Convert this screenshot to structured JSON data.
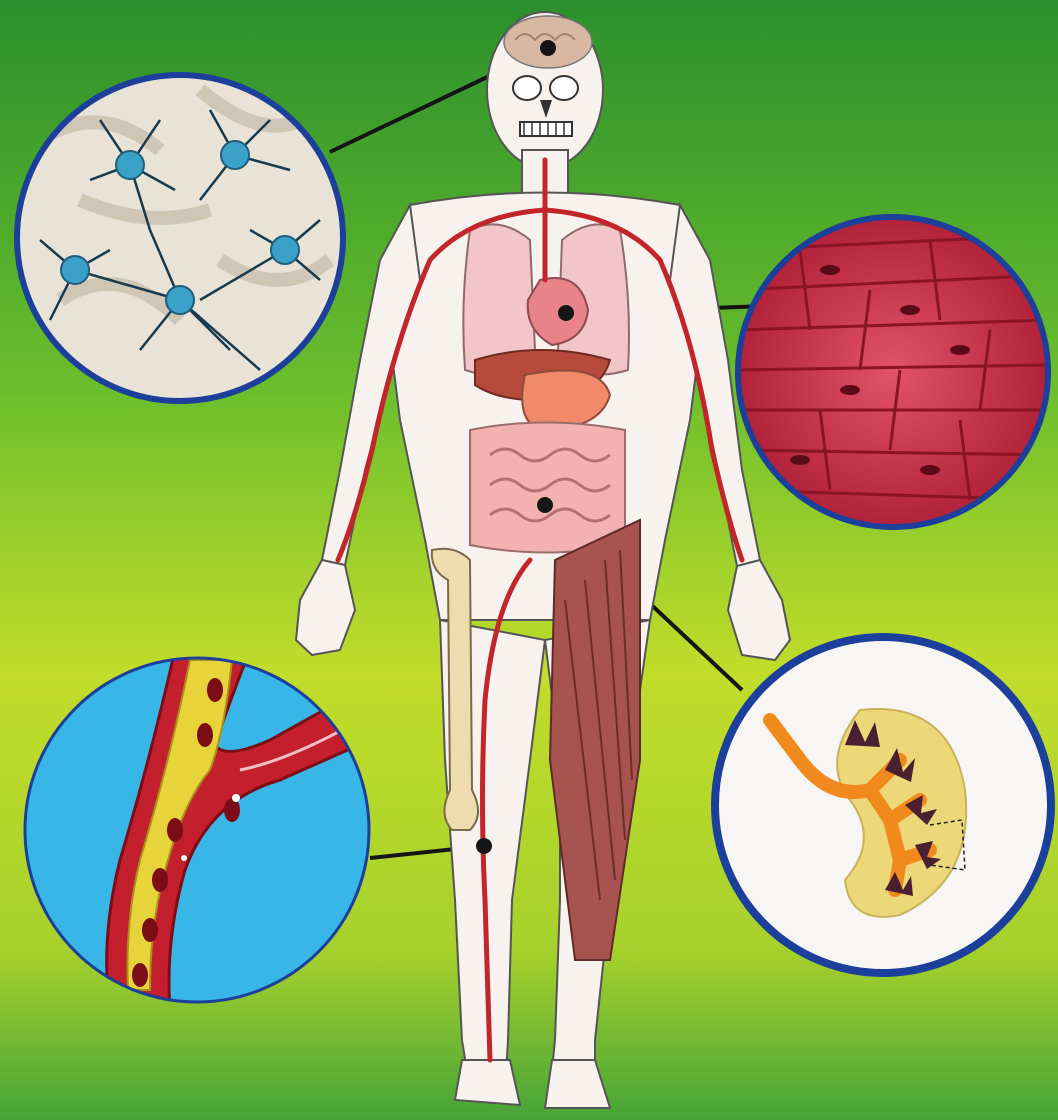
{
  "diagram": {
    "labels": [],
    "colors": {
      "background_top": "#2f9a2e",
      "background_mid": "#b8d92a",
      "background_bottom": "#3fa536",
      "circle_border": "#1b3f9b",
      "body_fill": "#f7f1ec",
      "body_outline": "#5a5a5a",
      "artery": "#c3262a",
      "neuron": "#3aa2c9",
      "muscle": "#d8434f",
      "vessel_bg": "#39b6e8",
      "plaque": "#e7d43a",
      "kidney": "#f08a1c"
    },
    "insets": [
      {
        "name": "neurons",
        "points_to": "brain"
      },
      {
        "name": "cardiac-muscle",
        "points_to": "heart"
      },
      {
        "name": "kidney",
        "points_to": "abdomen"
      },
      {
        "name": "artery-plaque",
        "points_to": "knee"
      }
    ]
  }
}
